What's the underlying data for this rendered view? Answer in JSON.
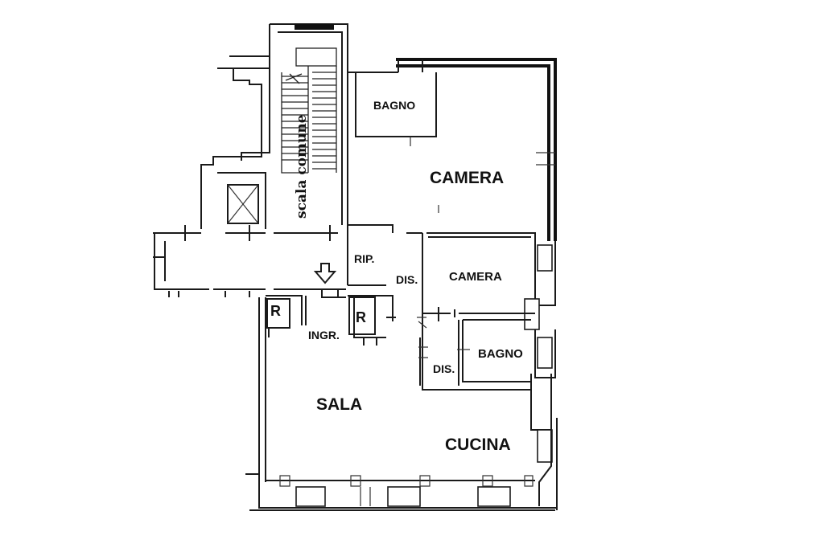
{
  "rooms": {
    "bagno_top": "BAGNO",
    "camera_top": "CAMERA",
    "rip": "RIP.",
    "dis_upper": "DIS.",
    "camera_mid": "CAMERA",
    "bagno_mid": "BAGNO",
    "dis_lower": "DIS.",
    "sala": "SALA",
    "cucina": "CUCINA",
    "ingr": "INGR.",
    "r_left": "R",
    "r_right": "R"
  },
  "stairs": {
    "label": "scala comune"
  }
}
